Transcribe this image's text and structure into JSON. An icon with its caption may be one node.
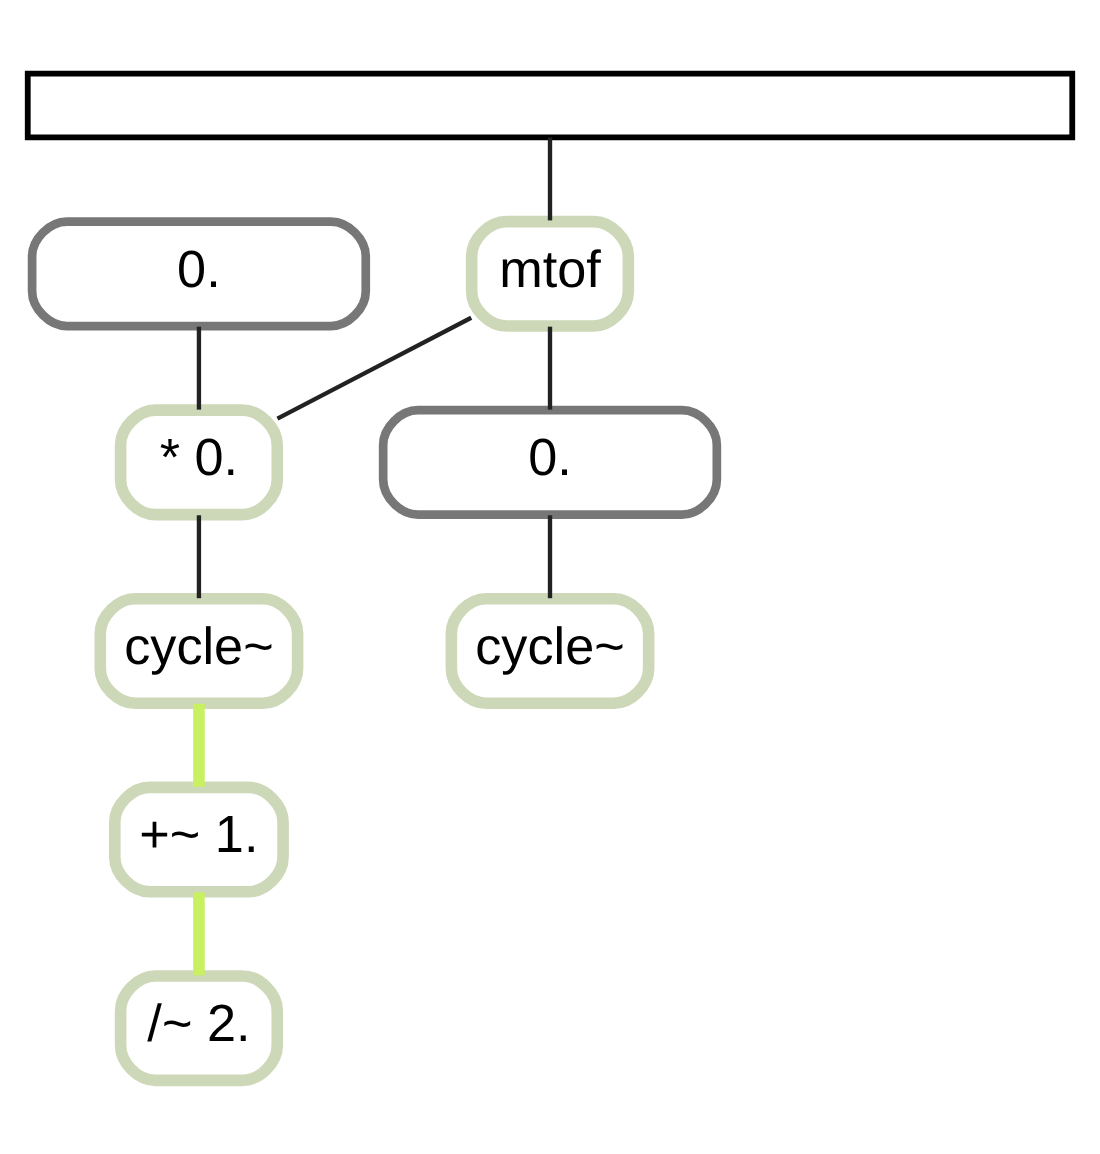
{
  "diagram": {
    "nodes": [
      {
        "text": [],
        "shape": "bar"
      },
      {
        "text": [
          "mtof"
        ]
      },
      {
        "text": [
          "0."
        ]
      },
      {
        "text": [
          "* 0."
        ]
      },
      {
        "text": [
          "cycle~"
        ]
      },
      {
        "text": [
          "0."
        ]
      },
      {
        "text": [
          "+~ 1."
        ]
      },
      {
        "text": [
          "cycle~"
        ]
      },
      {
        "text": [
          "/~ 2."
        ]
      }
    ],
    "edges": [
      {
        "from": 0,
        "to": 1,
        "arrow": "none"
      },
      {
        "from": 1,
        "to": 5,
        "arrow": "none"
      },
      {
        "from": 1,
        "to": 3,
        "arrow": "none"
      },
      {
        "from": 2,
        "to": 3,
        "arrow": "none"
      },
      {
        "from": 3,
        "to": 4,
        "arrow": "none"
      },
      {
        "from": 4,
        "to": 6,
        "arrow": "none",
        "style": "thick",
        "color": "#c8f060"
      },
      {
        "from": 5,
        "to": 7,
        "arrow": "none"
      },
      {
        "from": 6,
        "to": 8,
        "arrow": "none",
        "style": "thick",
        "color": "#c8f060"
      }
    ]
  }
}
